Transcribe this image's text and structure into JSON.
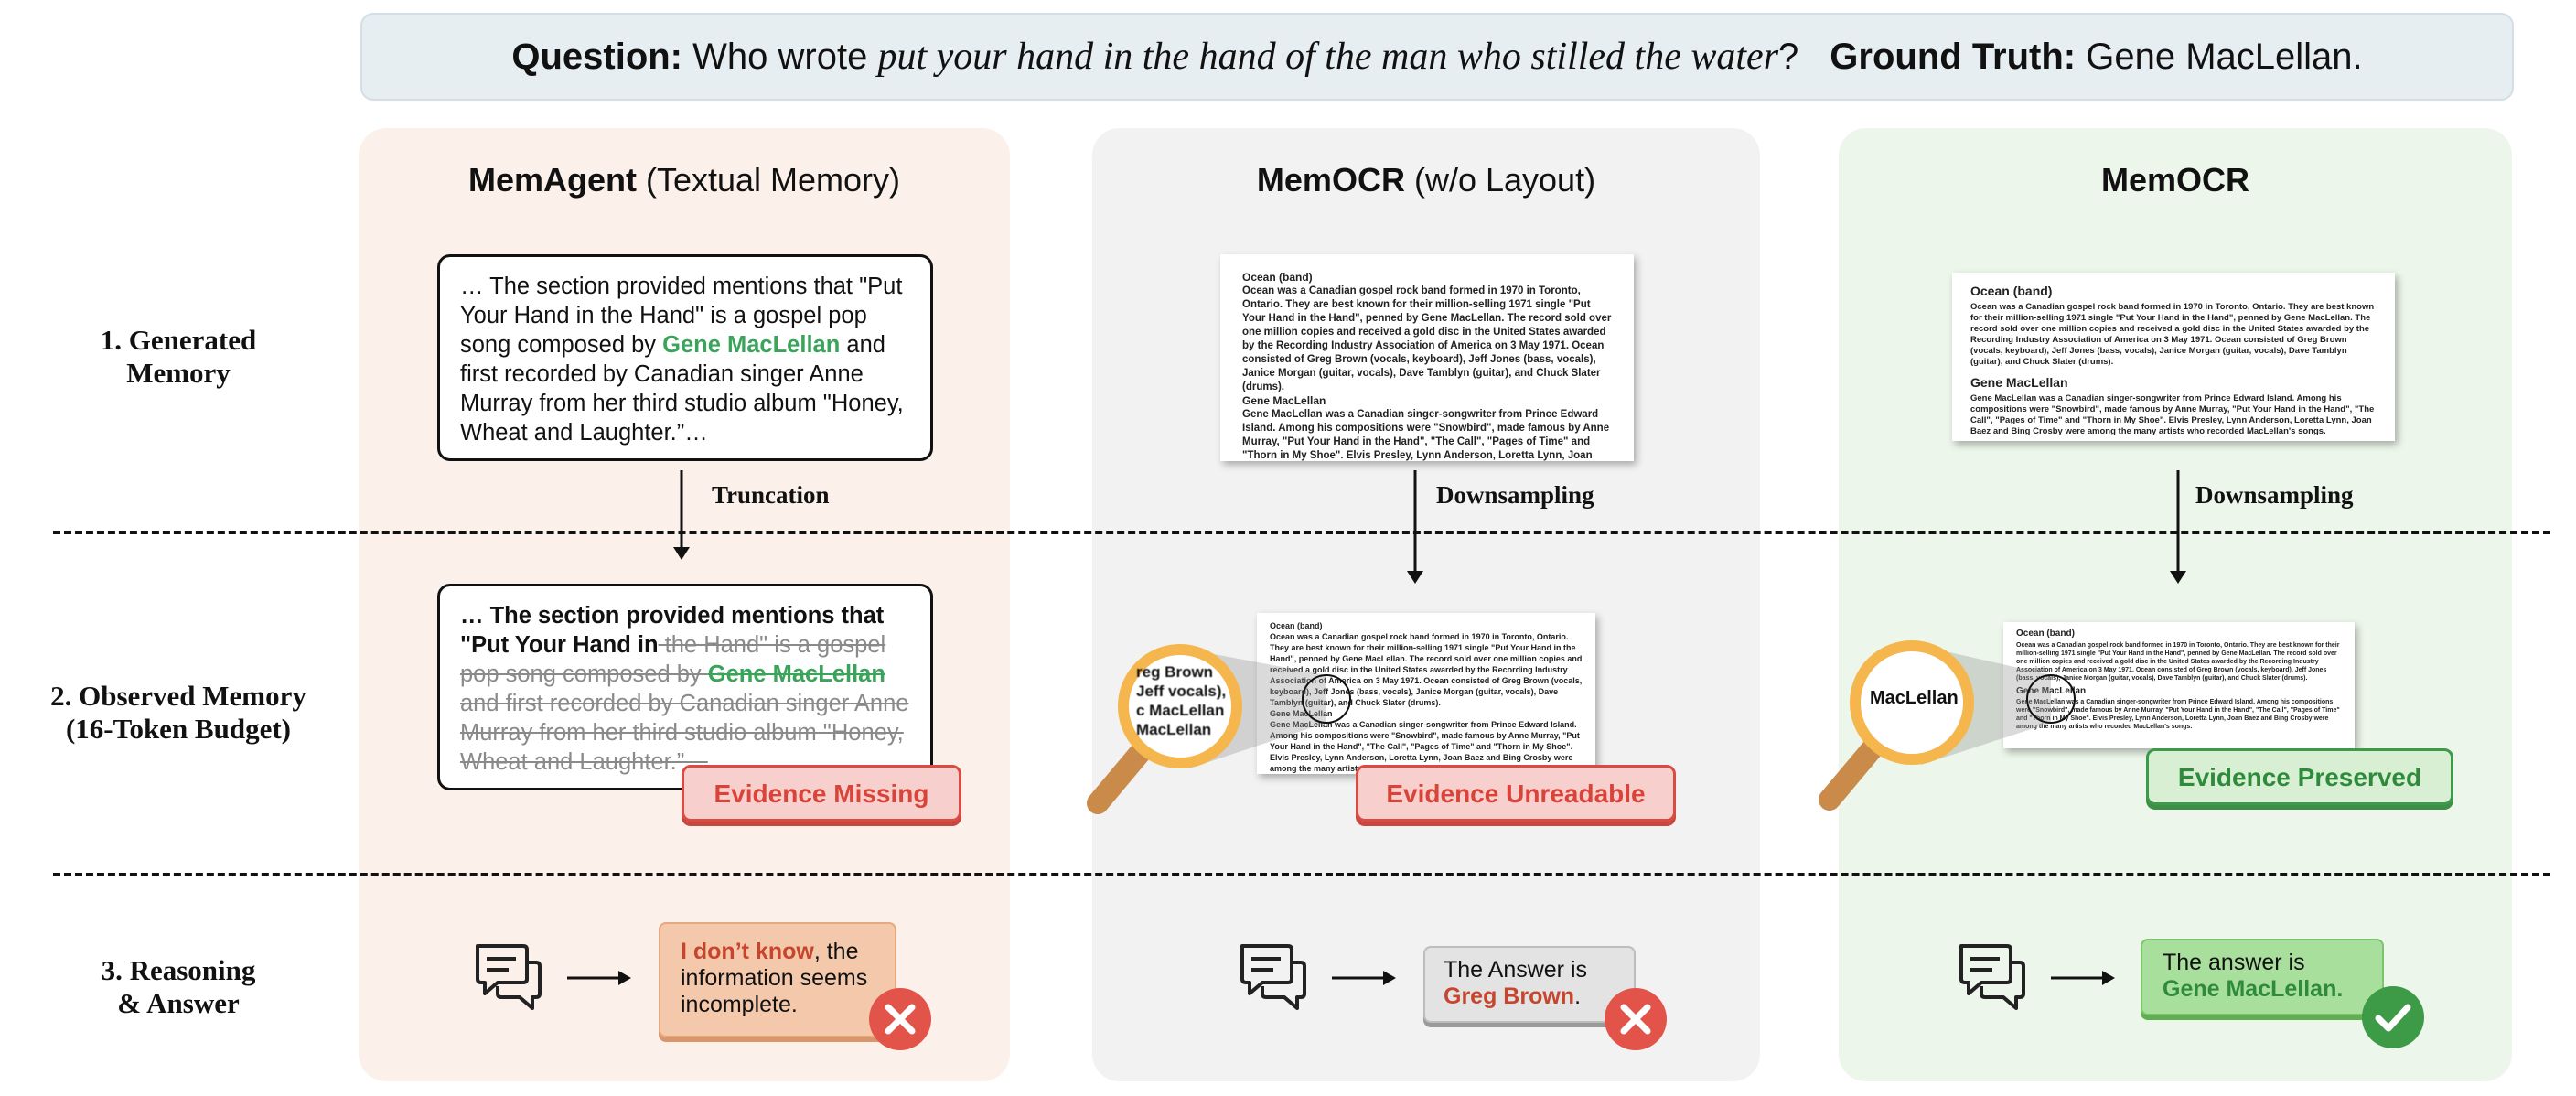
{
  "question": {
    "label": "Question:",
    "prefix": "Who wrote",
    "quote": "put your hand in the hand of the man who stilled the water",
    "suffix": "?",
    "gt_label": "Ground Truth:",
    "gt_value": "Gene MacLellan."
  },
  "panels": [
    {
      "title_bold": "MemAgent",
      "title_rest": "(Textual Memory)"
    },
    {
      "title_bold": "MemOCR",
      "title_rest": "(w/o Layout)"
    },
    {
      "title_bold": "MemOCR",
      "title_rest": ""
    }
  ],
  "rows": [
    {
      "line1": "1. Generated",
      "line2": "Memory"
    },
    {
      "line1": "2. Observed Memory",
      "line2": "(16-Token Budget)"
    },
    {
      "line1": "3. Reasoning",
      "line2": "& Answer"
    }
  ],
  "memagent": {
    "text_before": "… The section provided mentions that \"Put Your Hand in the Hand\" is a gospel pop song composed by ",
    "text_green": "Gene MacLellan",
    "text_after": " and first recorded by Canadian singer Anne Murray from her third studio album \"Honey, Wheat and Laughter.”…",
    "arrow_label": "Truncation",
    "kept": "… The section provided mentions that \"Put Your Hand in",
    "cut_before": " the Hand\" is a gospel pop song composed by ",
    "cut_green": "Gene MacLellan",
    "cut_after": " and first recorded by Canadian singer Anne Murray from her third studio album \"Honey, Wheat and Laughter.”…",
    "badge": "Evidence Missing",
    "answer_red": "I don’t know",
    "answer_rest": ", the information seems incomplete."
  },
  "doc": {
    "heading1": "Ocean (band)",
    "para1": "Ocean was a Canadian gospel rock band formed in 1970 in Toronto, Ontario. They are best known for their million-selling 1971 single \"Put Your Hand in the Hand\", penned by Gene MacLellan. The record sold over one million copies and received a gold disc in the United States awarded by the Recording Industry Association of America on 3 May 1971. Ocean consisted of Greg Brown (vocals, keyboard), Jeff Jones (bass, vocals), Janice Morgan (guitar, vocals), Dave Tamblyn (guitar), and Chuck Slater (drums).",
    "heading2": "Gene MacLellan",
    "para2": "Gene MacLellan was a Canadian singer-songwriter from Prince Edward Island. Among his compositions were \"Snowbird\", made famous by Anne Murray, \"Put Your Hand in the Hand\", \"The Call\", \"Pages of Time\" and \"Thorn in My Shoe\". Elvis Presley, Lynn Anderson, Loretta Lynn, Joan Baez and Bing Crosby were among the many artists who recorded MacLellan's songs."
  },
  "memocr_nolayout": {
    "arrow_label": "Downsampling",
    "zoom_text": "reg Brown\nJeff vocals),\nc MacLellan\nMacLellan",
    "badge": "Evidence Unreadable",
    "answer_prefix": "The Answer is",
    "answer_red": "Greg Brown",
    "answer_suffix": "."
  },
  "memocr": {
    "arrow_label": "Downsampling",
    "zoom_text": "MacLellan",
    "zoom_inline": "Gene MacLellan",
    "badge": "Evidence Preserved",
    "answer_prefix": "The answer is",
    "answer_green": "Gene MacLellan."
  },
  "colors": {
    "panel1_bg": "#fbf1ea",
    "panel2_bg": "#f2f2f2",
    "panel3_bg": "#ecf6ea",
    "evidence_green": "#3aa55a",
    "error_red": "#e2534a",
    "check_green": "#3d9a46",
    "magnifier_gold": "#f4b64d"
  },
  "icons": [
    "chat-bubbles-icon",
    "arrow-right-icon",
    "x-circle-icon",
    "check-circle-icon",
    "magnifier-icon"
  ]
}
